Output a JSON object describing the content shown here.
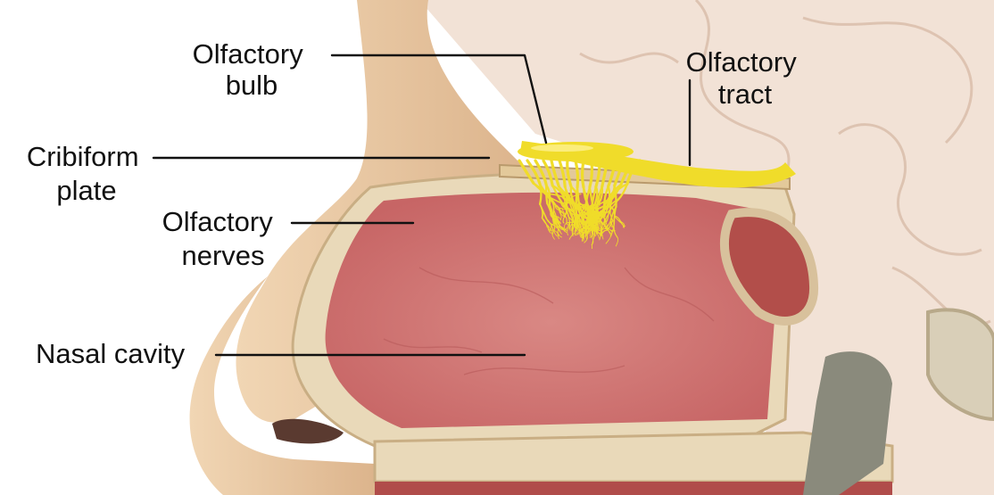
{
  "labels": {
    "olfactory_bulb": [
      "Olfactory",
      "bulb"
    ],
    "olfactory_tract": [
      "Olfactory",
      "tract"
    ],
    "cribiform_plate": [
      "Cribiform",
      "plate"
    ],
    "olfactory_nerves": [
      "Olfactory",
      "nerves"
    ],
    "nasal_cavity": [
      "Nasal cavity"
    ]
  },
  "colors": {
    "skin": "#f1d6b4",
    "skin_shadow": "#dcb48c",
    "bone": "#e9d9b9",
    "cavity": "#d98884",
    "cavity_dark": "#c76565",
    "brain": "#f2e2d6",
    "nerve": "#f0dc2a",
    "nerve_dark": "#d4bd18",
    "cartilage": "#8a8a7c"
  },
  "icons": [
    "nerve-branches-illustration"
  ]
}
